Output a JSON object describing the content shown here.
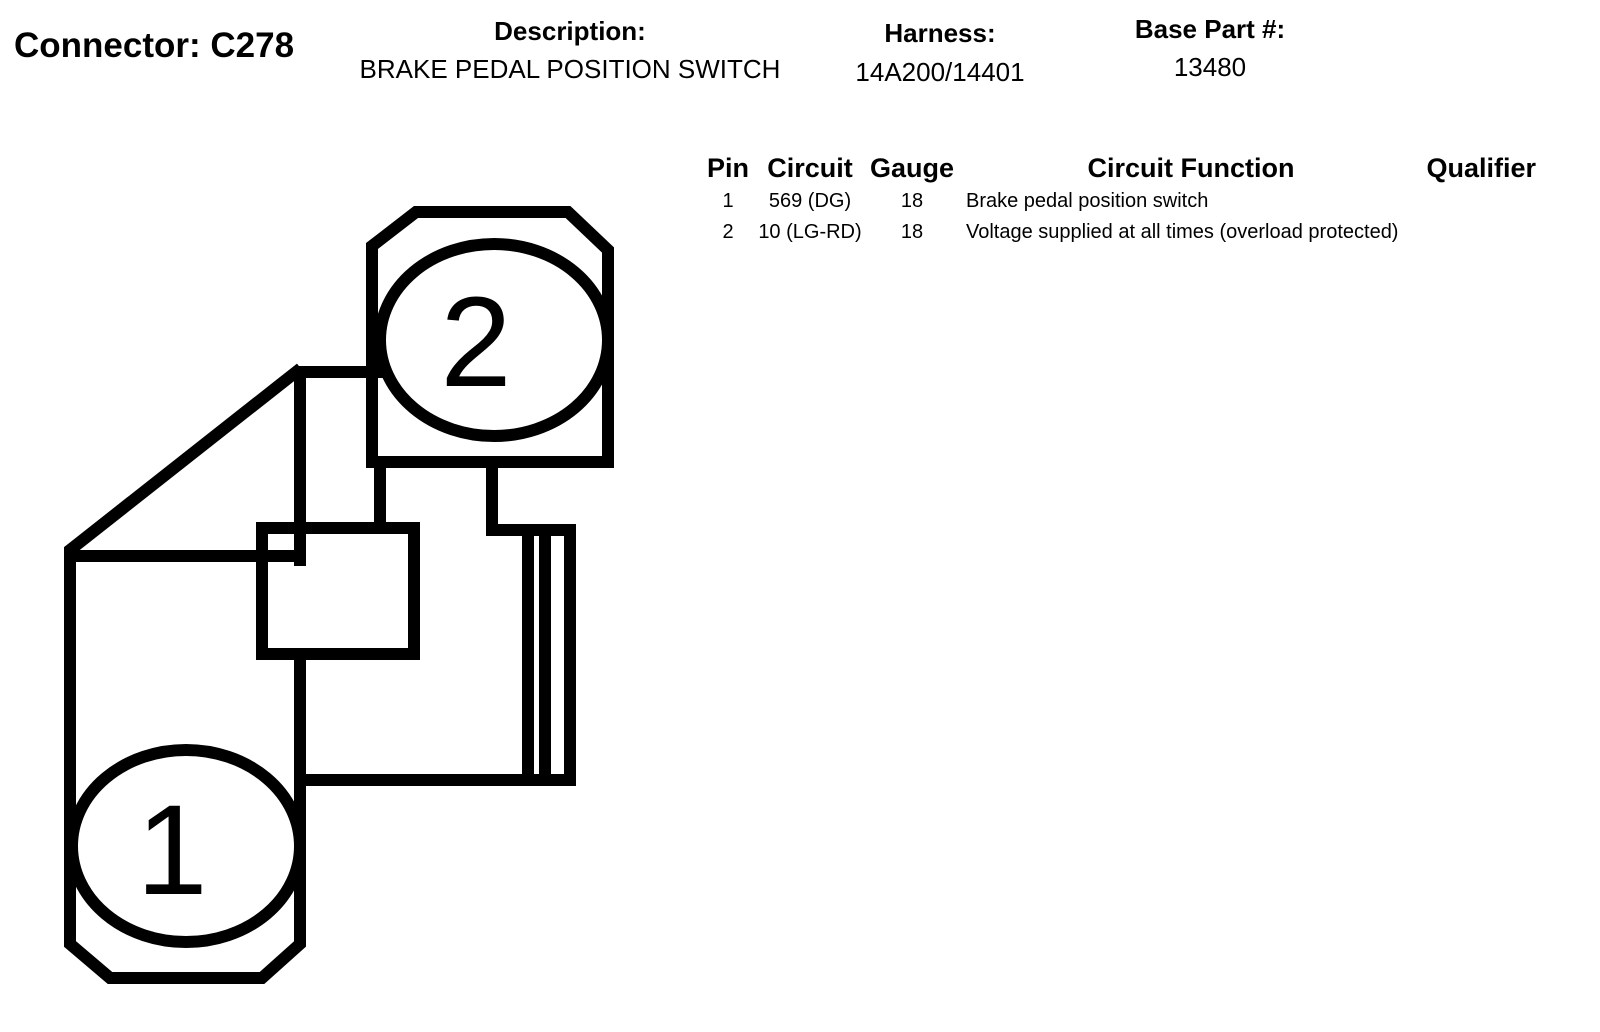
{
  "connector": {
    "title": "Connector: C278"
  },
  "description": {
    "label": "Description:",
    "value": "BRAKE PEDAL POSITION SWITCH"
  },
  "harness": {
    "label": "Harness:",
    "value": "14A200/14401"
  },
  "base_part": {
    "label": "Base Part #:",
    "value": "13480"
  },
  "table": {
    "headers": [
      "Pin",
      "Circuit",
      "Gauge",
      "Circuit Function",
      "Qualifier"
    ],
    "rows": [
      {
        "pin": "1",
        "circuit": "569 (DG)",
        "gauge": "18",
        "function": "Brake pedal position switch",
        "qualifier": ""
      },
      {
        "pin": "2",
        "circuit": "10 (LG-RD)",
        "gauge": "18",
        "function": "Voltage supplied at all times (overload protected)",
        "qualifier": ""
      }
    ]
  },
  "diagram": {
    "pin_labels": [
      "1",
      "2"
    ],
    "stroke_color": "#000000",
    "fill_color": "#ffffff"
  }
}
